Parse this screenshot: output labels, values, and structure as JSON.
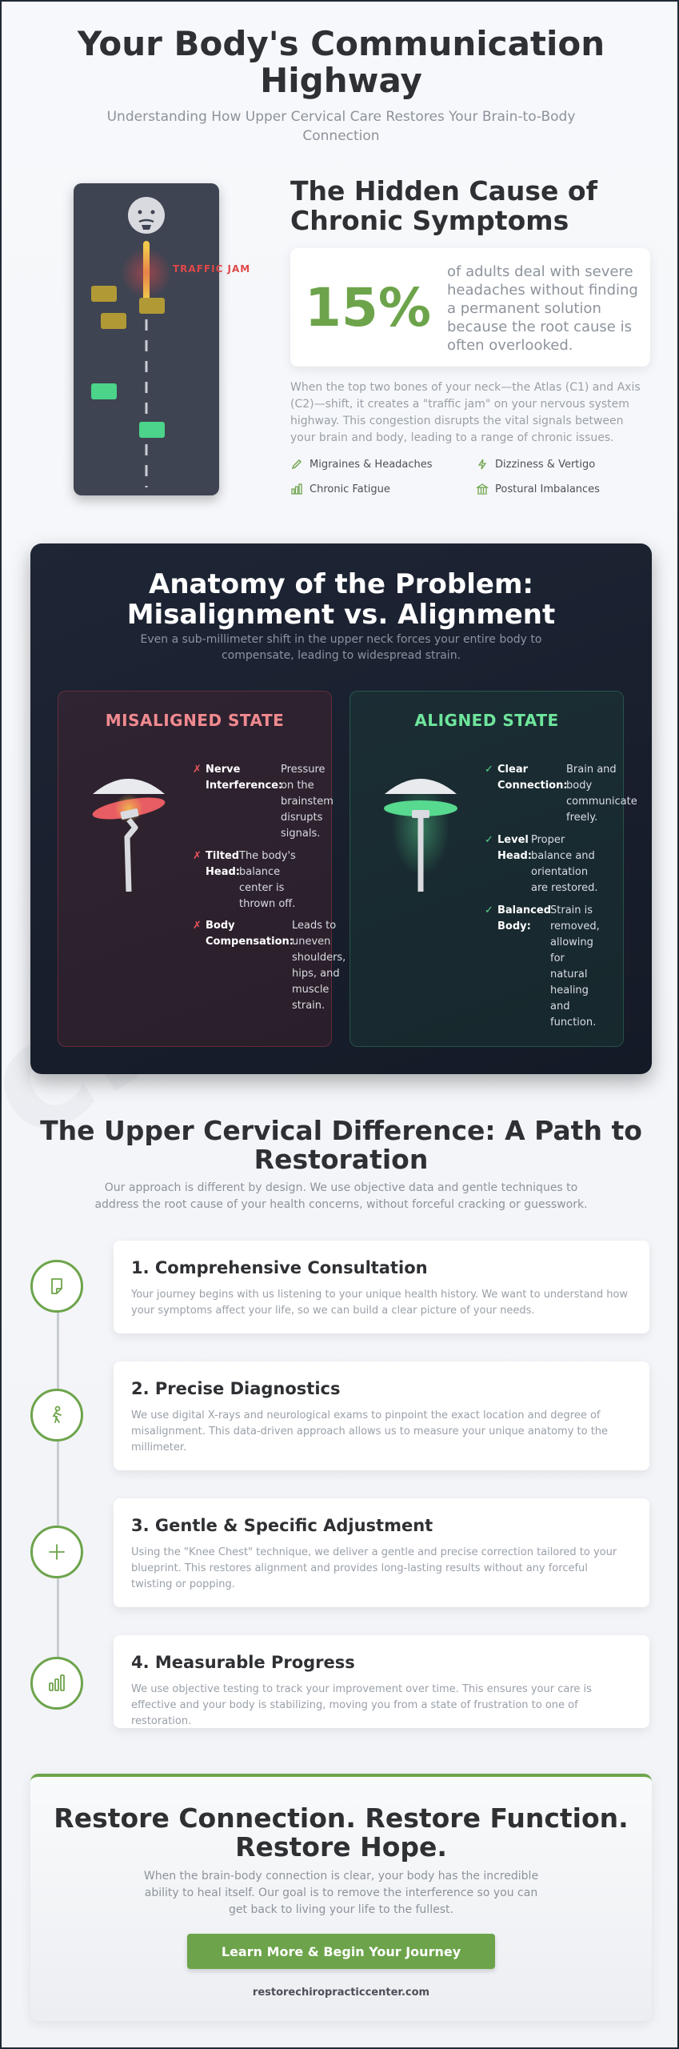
{
  "hero": {
    "title": "Your Body's Communication Highway",
    "subtitle": "Understanding How Upper Cervical Care Restores Your Brain-to-Body Connection"
  },
  "hidden_cause": {
    "title": "The Hidden Cause of Chronic Symptoms",
    "illustration_label": "TRAFFIC JAM",
    "stat_value": "15%",
    "stat_text": "of adults deal with severe headaches without finding a permanent solution because the root cause is often overlooked.",
    "paragraph": "When the top two bones of your neck—the Atlas (C1) and Axis (C2)—shift, it creates a \"traffic jam\" on your nervous system highway. This congestion disrupts the vital signals between your brain and body, leading to a range of chronic issues.",
    "symptoms": [
      {
        "label": "Migraines & Headaches",
        "icon": "pencil-icon"
      },
      {
        "label": "Dizziness & Vertigo",
        "icon": "lightning-icon"
      },
      {
        "label": "Chronic Fatigue",
        "icon": "bar-chart-icon"
      },
      {
        "label": "Postural Imbalances",
        "icon": "building-icon"
      }
    ]
  },
  "anatomy": {
    "title": "Anatomy of the Problem: Misalignment vs. Alignment",
    "subtitle": "Even a sub-millimeter shift in the upper neck forces your entire body to compensate, leading to widespread strain.",
    "misaligned": {
      "title": "MISALIGNED STATE",
      "points": [
        {
          "mark": "✗",
          "label": "Nerve Interference:",
          "desc": "Pressure on the brainstem disrupts signals."
        },
        {
          "mark": "✗",
          "label": "Tilted Head:",
          "desc": "The body's balance center is thrown off."
        },
        {
          "mark": "✗",
          "label": "Body Compensation:",
          "desc": "Leads to uneven shoulders, hips, and muscle strain."
        }
      ]
    },
    "aligned": {
      "title": "ALIGNED STATE",
      "points": [
        {
          "mark": "✓",
          "label": "Clear Connection:",
          "desc": "Brain and body communicate freely."
        },
        {
          "mark": "✓",
          "label": "Level Head:",
          "desc": "Proper balance and orientation are restored."
        },
        {
          "mark": "✓",
          "label": "Balanced Body:",
          "desc": "Strain is removed, allowing for natural healing and function."
        }
      ]
    }
  },
  "process": {
    "title": "The Upper Cervical Difference: A Path to Restoration",
    "subtitle": "Our approach is different by design. We use objective data and gentle techniques to address the root cause of your health concerns, without forceful cracking or guesswork.",
    "steps": [
      {
        "title": "1. Comprehensive Consultation",
        "desc": "Your journey begins with us listening to your unique health history. We want to understand how your symptoms affect your life, so we can build a clear picture of your needs.",
        "icon": "clipboard-icon"
      },
      {
        "title": "2. Precise Diagnostics",
        "desc": "We use digital X-rays and neurological exams to pinpoint the exact location and degree of misalignment. This data-driven approach allows us to measure your unique anatomy to the millimeter.",
        "icon": "figure-icon"
      },
      {
        "title": "3. Gentle & Specific Adjustment",
        "desc": "Using the \"Knee Chest\" technique, we deliver a gentle and precise correction tailored to your blueprint. This restores alignment and provides long-lasting results without any forceful twisting or popping.",
        "icon": "plus-icon"
      },
      {
        "title": "4. Measurable Progress",
        "desc": "We use objective testing to track your improvement over time. This ensures your care is effective and your body is stabilizing, moving you from a state of frustration to one of restoration.",
        "icon": "bar-chart-icon"
      }
    ]
  },
  "cta": {
    "title": "Restore Connection. Restore Function. Restore Hope.",
    "text": "When the brain-body connection is clear, your body has the incredible ability to heal itself. Our goal is to remove the interference so you can get back to living your life to the fullest.",
    "button_label": "Learn More & Begin Your Journey",
    "url_text": "restorechiropracticcenter.com"
  },
  "colors": {
    "accent": "#6da44b",
    "dark_bg": "#1a2130",
    "misaligned": "#f08a8f",
    "aligned": "#6ee59c"
  }
}
